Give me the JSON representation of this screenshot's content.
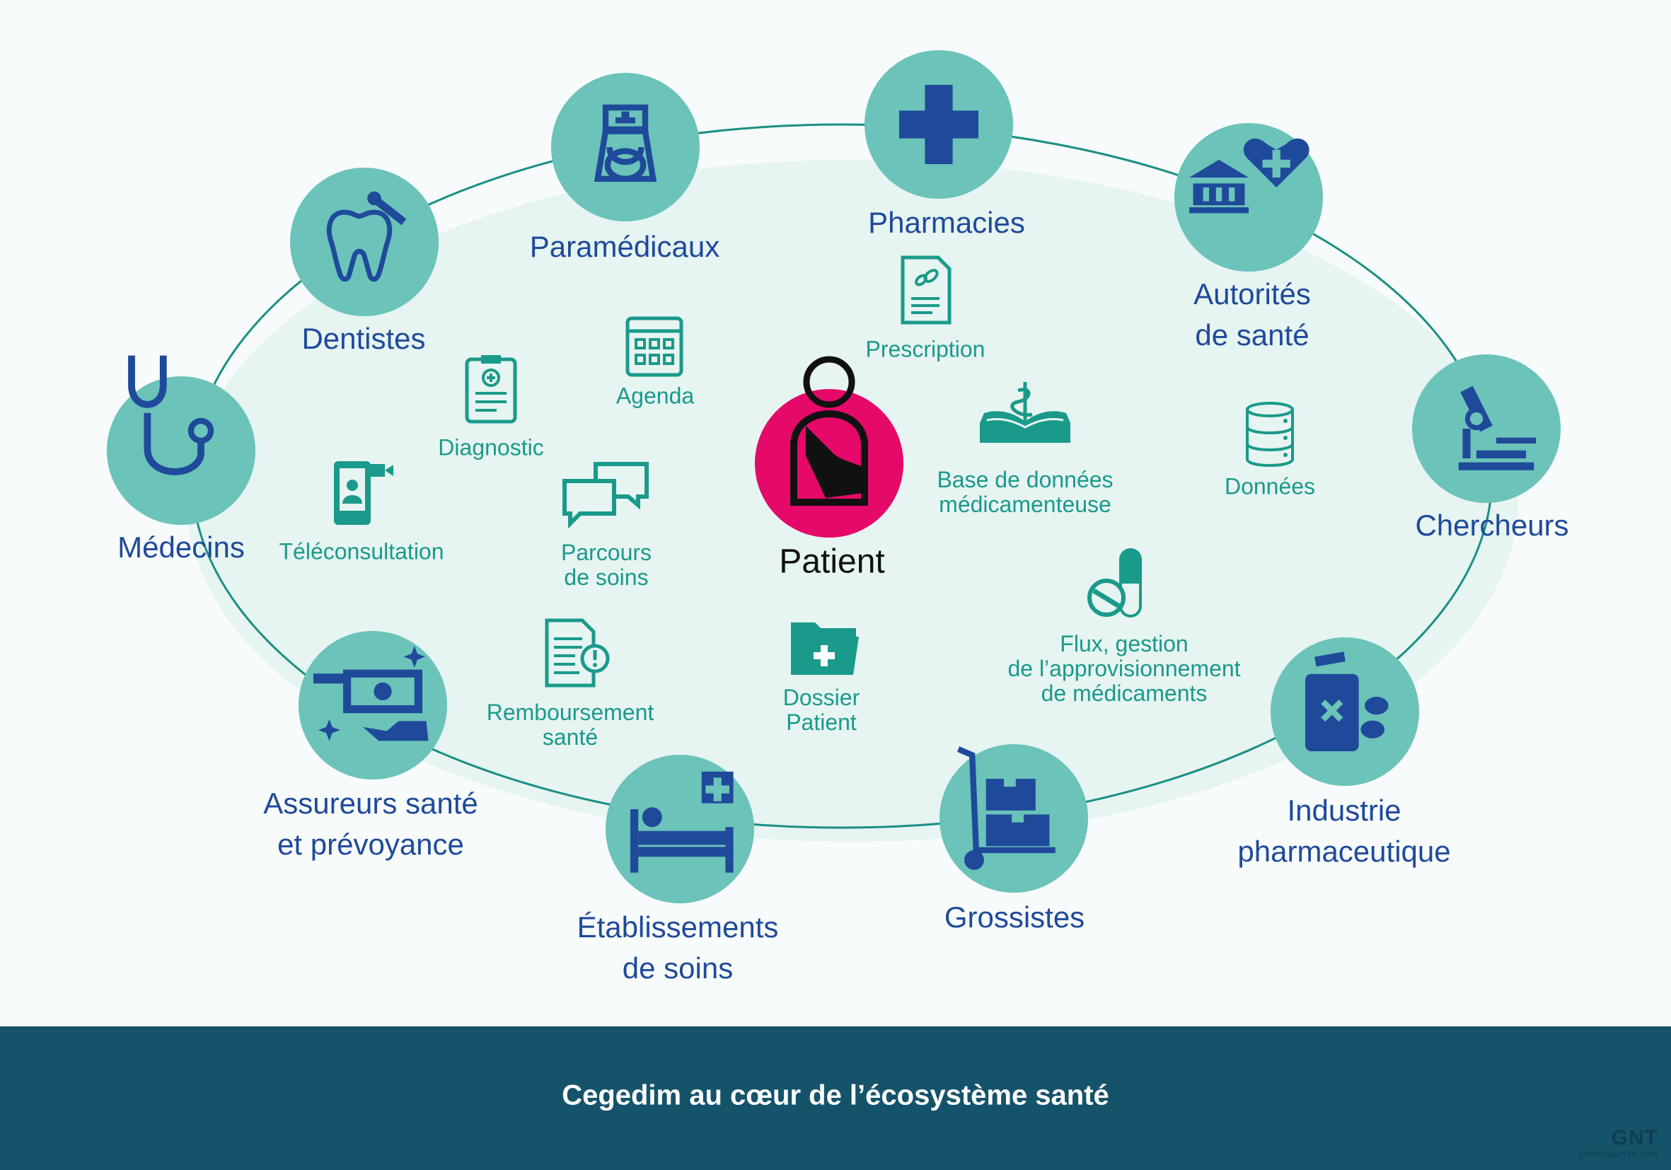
{
  "center": {
    "label": "Patient",
    "color": "#e5096a"
  },
  "stakeholders": [
    {
      "label": "Dentistes",
      "icon": "tooth-icon"
    },
    {
      "label": "Paramédicaux",
      "icon": "nurse-icon"
    },
    {
      "label": "Pharmacies",
      "icon": "cross-icon"
    },
    {
      "line1": "Autorités",
      "line2": "de santé",
      "icon": "government-heart-icon"
    },
    {
      "label": "Chercheurs",
      "icon": "microscope-icon"
    },
    {
      "line1": "Industrie",
      "line2": "pharmaceutique",
      "icon": "medicine-bottle-icon"
    },
    {
      "label": "Grossistes",
      "icon": "hand-truck-icon"
    },
    {
      "line1": "Établissements",
      "line2": "de soins",
      "icon": "hospital-bed-icon"
    },
    {
      "line1": "Assureurs santé",
      "line2": "et prévoyance",
      "icon": "money-hand-icon"
    },
    {
      "label": "Médecins",
      "icon": "stethoscope-icon"
    }
  ],
  "services": [
    {
      "label": "Agenda",
      "icon": "calendar-icon"
    },
    {
      "label": "Diagnostic",
      "icon": "clipboard-icon"
    },
    {
      "label": "Prescription",
      "icon": "prescription-icon"
    },
    {
      "line1": "Base de données",
      "line2": "médicamenteuse",
      "icon": "book-caduceus-icon"
    },
    {
      "label": "Données",
      "icon": "database-icon"
    },
    {
      "label": "Téléconsultation",
      "icon": "video-phone-icon"
    },
    {
      "line1": "Parcours",
      "line2": "de soins",
      "icon": "chat-bubbles-icon"
    },
    {
      "line1": "Flux, gestion",
      "line2": "de l’approvisionnement",
      "line3": "de médicaments",
      "icon": "pill-capsule-icon"
    },
    {
      "line1": "Remboursement",
      "line2": "santé",
      "icon": "document-alert-icon"
    },
    {
      "line1": "Dossier",
      "line2": "Patient",
      "icon": "medical-folder-icon"
    }
  ],
  "footer": {
    "title": "Cegedim au cœur de l’écosystème santé",
    "watermark": "GNT",
    "watermark_sub": "generation-nt.com"
  },
  "colors": {
    "node": "#6bc3b9",
    "icon": "#1f4a9a",
    "service": "#1a9a8a",
    "footer": "#15536a"
  }
}
